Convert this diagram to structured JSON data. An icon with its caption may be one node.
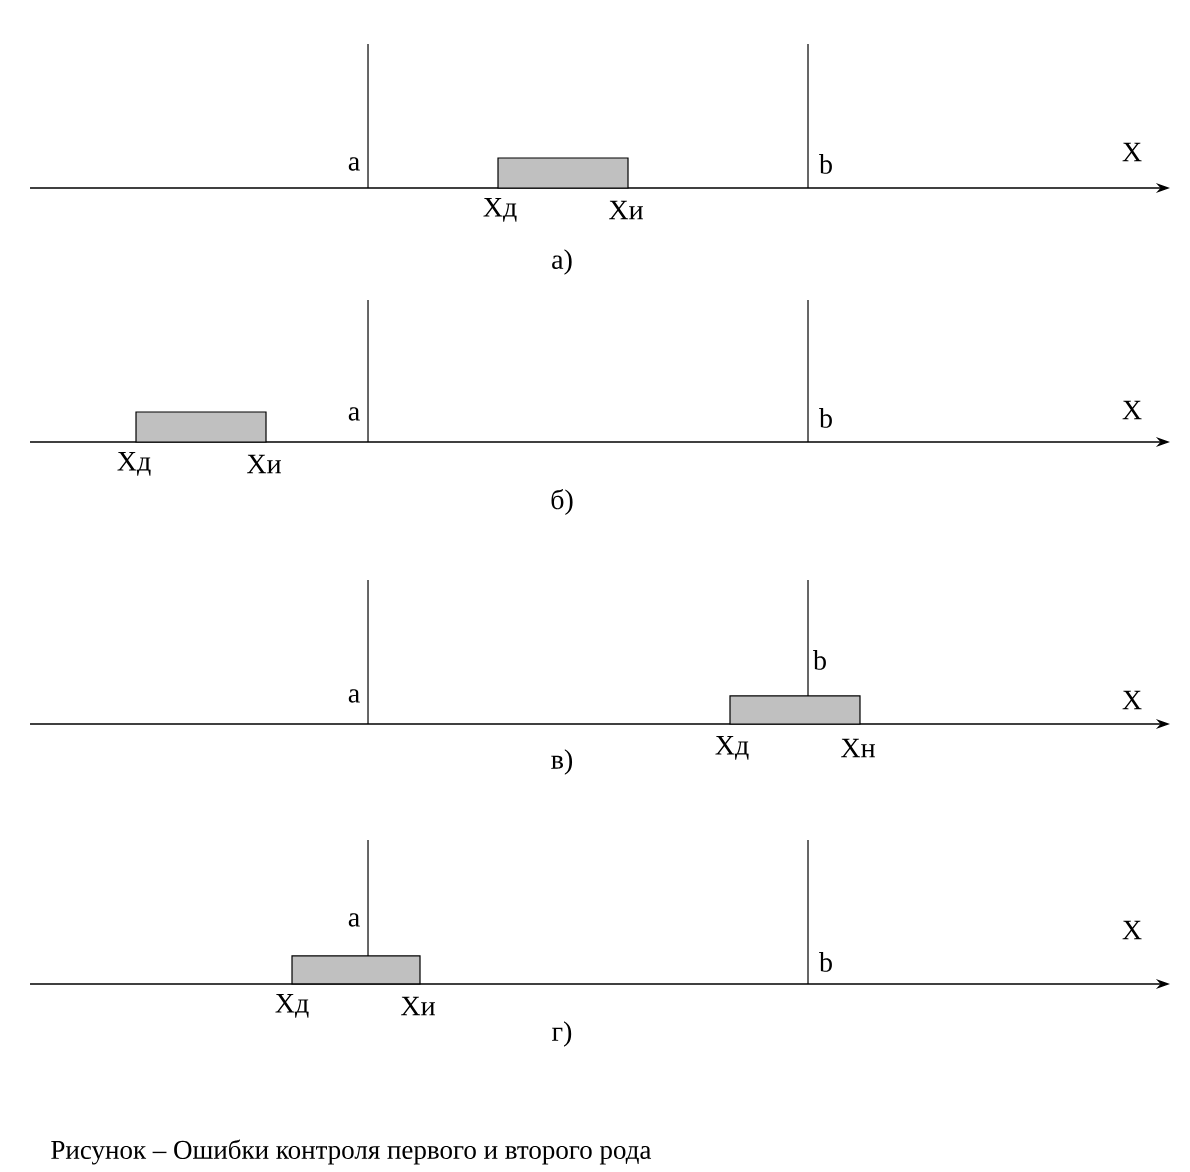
{
  "diagram": {
    "caption": "Рисунок – Ошибки контроля первого и второго рода",
    "labels": [
      "a",
      "b",
      "X",
      "Хд",
      "Хи",
      "а)",
      "a",
      "b",
      "X",
      "Хд",
      "Хи",
      "б)",
      "b",
      "a",
      "X",
      "Хд",
      "Хн",
      "в)",
      "a",
      "b",
      "X",
      "Хд",
      "Хи",
      "г)"
    ]
  }
}
